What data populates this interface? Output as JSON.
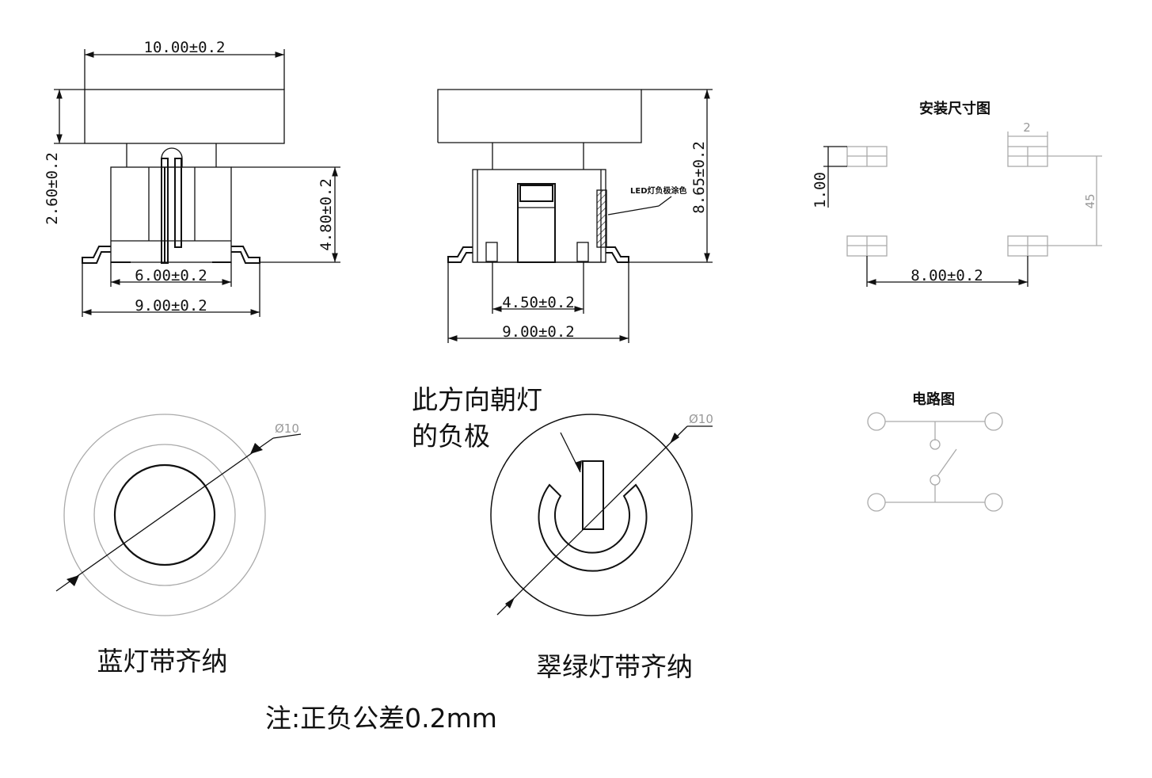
{
  "side_view_left": {
    "top_width": "10.00±0.2",
    "cap_height": "2.60±0.2",
    "body_height": "4.80±0.2",
    "inner_width": "6.00±0.2",
    "outer_width": "9.00±0.2"
  },
  "side_view_center": {
    "total_height": "8.65±0.2",
    "pad_width": "4.50±0.2",
    "outer_width": "9.00±0.2",
    "led_note": "LED灯负极涂色"
  },
  "mounting": {
    "title": "安装尺寸图",
    "pad_width": "2",
    "pad_height": "1.00",
    "vertical_pitch": "45",
    "horizontal_pitch": "8.00±0.2"
  },
  "circuit": {
    "title": "电路图"
  },
  "top_view_left": {
    "diameter": "Ø10",
    "caption": "蓝灯带齐纳"
  },
  "top_view_center": {
    "diameter": "Ø10",
    "note_line1": "此方向朝灯",
    "note_line2": "的负极",
    "caption": "翠绿灯带齐纳"
  },
  "footnote": "注:正负公差0.2mm"
}
